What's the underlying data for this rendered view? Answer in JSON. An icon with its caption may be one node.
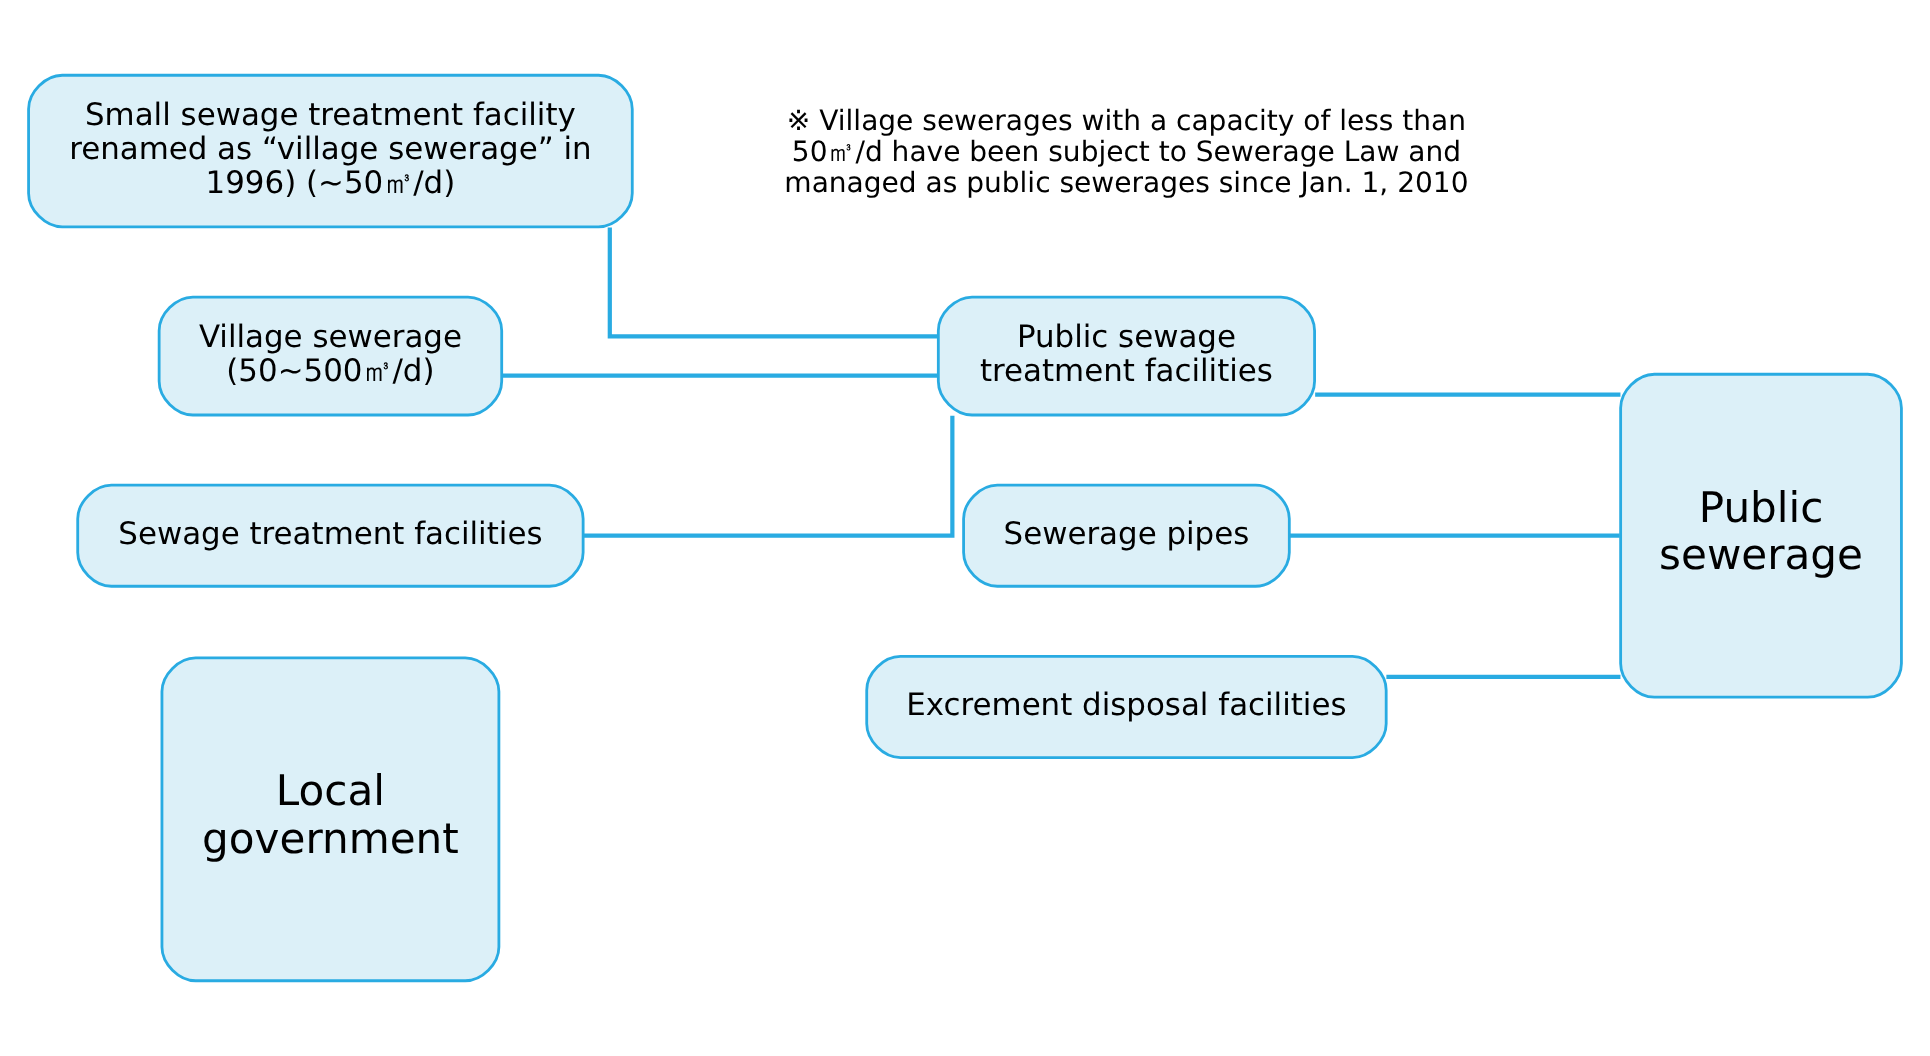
{
  "diagram": {
    "nodes": [
      {
        "text": [
          "Local government"
        ]
      },
      {
        "text": [
          "Small sewage treatment facility renamed as “village sewerage” in 1996) (∼50㎥/d)"
        ]
      },
      {
        "text": [
          "Village sewerage (50∼500㎥/d)"
        ]
      },
      {
        "text": [
          "Sewage treatment facilities"
        ]
      },
      {
        "text": [
          "Public sewage treatment facilities"
        ]
      },
      {
        "text": [
          "Public sewerage"
        ]
      },
      {
        "text": [
          "Sewerage pipes"
        ]
      },
      {
        "text": [
          "Excrement disposal facilities"
        ]
      }
    ],
    "edges": [
      {
        "from": 1,
        "to": 4,
        "arrow": "none"
      },
      {
        "from": 2,
        "to": 4,
        "arrow": "none"
      },
      {
        "from": 3,
        "to": 4,
        "arrow": "none"
      },
      {
        "from": 4,
        "to": 5,
        "arrow": "none"
      },
      {
        "from": 6,
        "to": 5,
        "arrow": "none"
      },
      {
        "from": 7,
        "to": 5,
        "arrow": "none"
      }
    ],
    "labels": [
      "※ Village sewerages with a capacity of less than 50㎥/d have been subject to Sewerage Law and managed as public sewerages since Jan. 1, 2010"
    ]
  }
}
